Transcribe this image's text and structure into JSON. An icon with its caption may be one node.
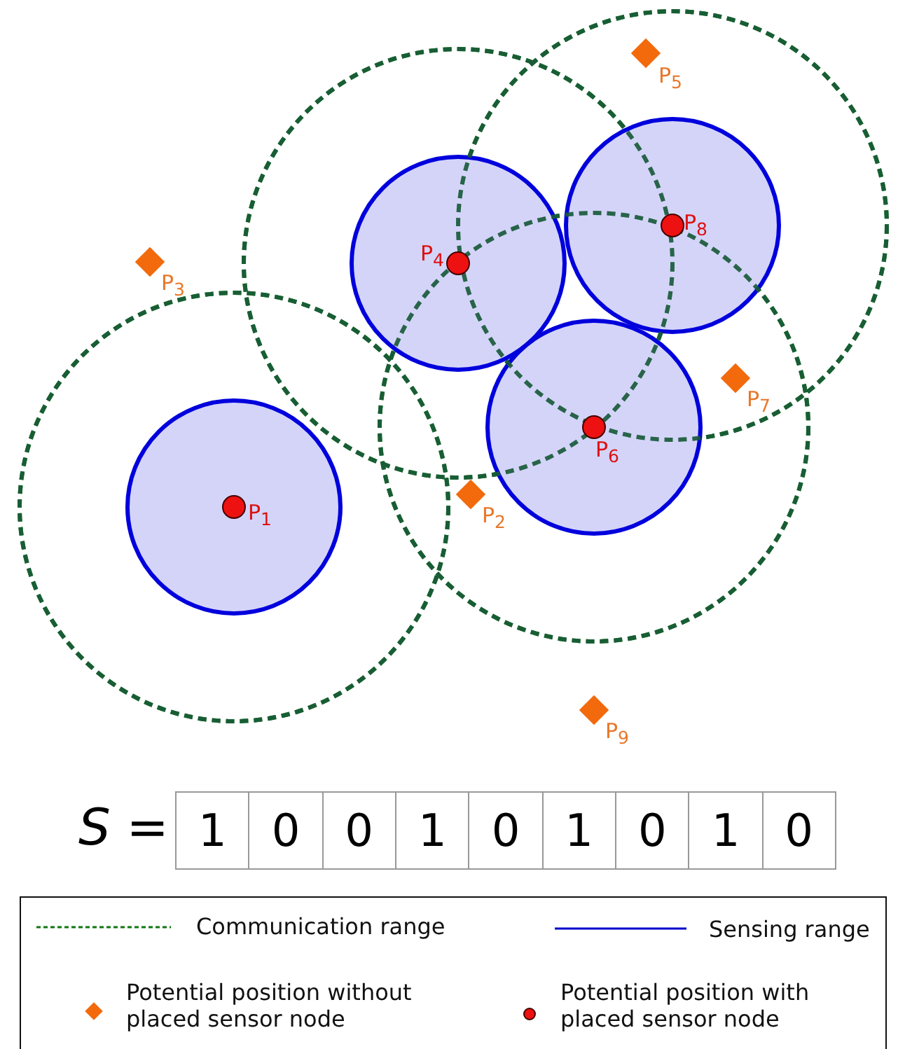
{
  "diagram": {
    "labels": [
      "P$_{5}$",
      "P$_{3}$",
      "P$_{4}$",
      "P$_{8}$",
      "P$_{7}$",
      "P$_{6}$",
      "P$_{1}$",
      "P$_{2}$",
      "P$_{9}$",
      "*S* =",
      "1",
      "0",
      "0",
      "1",
      "0",
      "1",
      "0",
      "1",
      "0"
    ],
    "legend": [
      {
        "text": "Communication range"
      },
      {
        "text": "Sensing range"
      },
      {
        "text": "Potential position without placed sensor node"
      },
      {
        "text": "Potential position with placed sensor node"
      }
    ]
  }
}
